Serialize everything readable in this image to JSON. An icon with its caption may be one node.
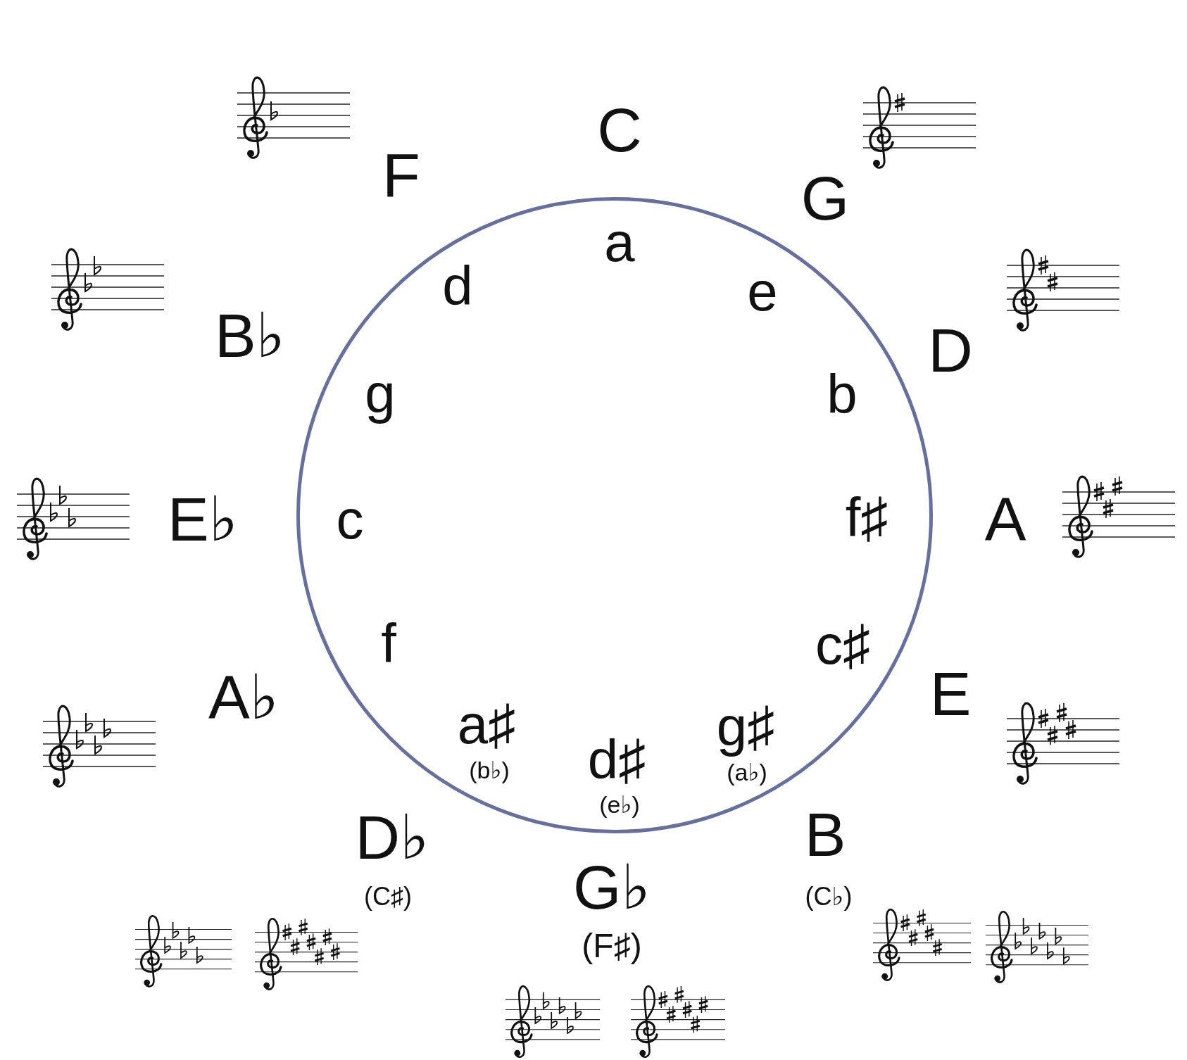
{
  "diagram": {
    "nodes": [
      {
        "text": [
          "a",
          "e",
          "b",
          "f♯",
          "c♯",
          "g♯",
          "(a♭)",
          "d♯",
          "(e♭)",
          "a♯",
          "(b♭)",
          "f",
          "c",
          "g",
          "d"
        ]
      }
    ],
    "labels": [
      "C",
      "G",
      "D",
      "A",
      "E",
      "B",
      "(C♭)",
      "G♭",
      "(F♯)",
      "D♭",
      "(C♯)",
      "A♭",
      "E♭",
      "B♭",
      "F"
    ]
  }
}
